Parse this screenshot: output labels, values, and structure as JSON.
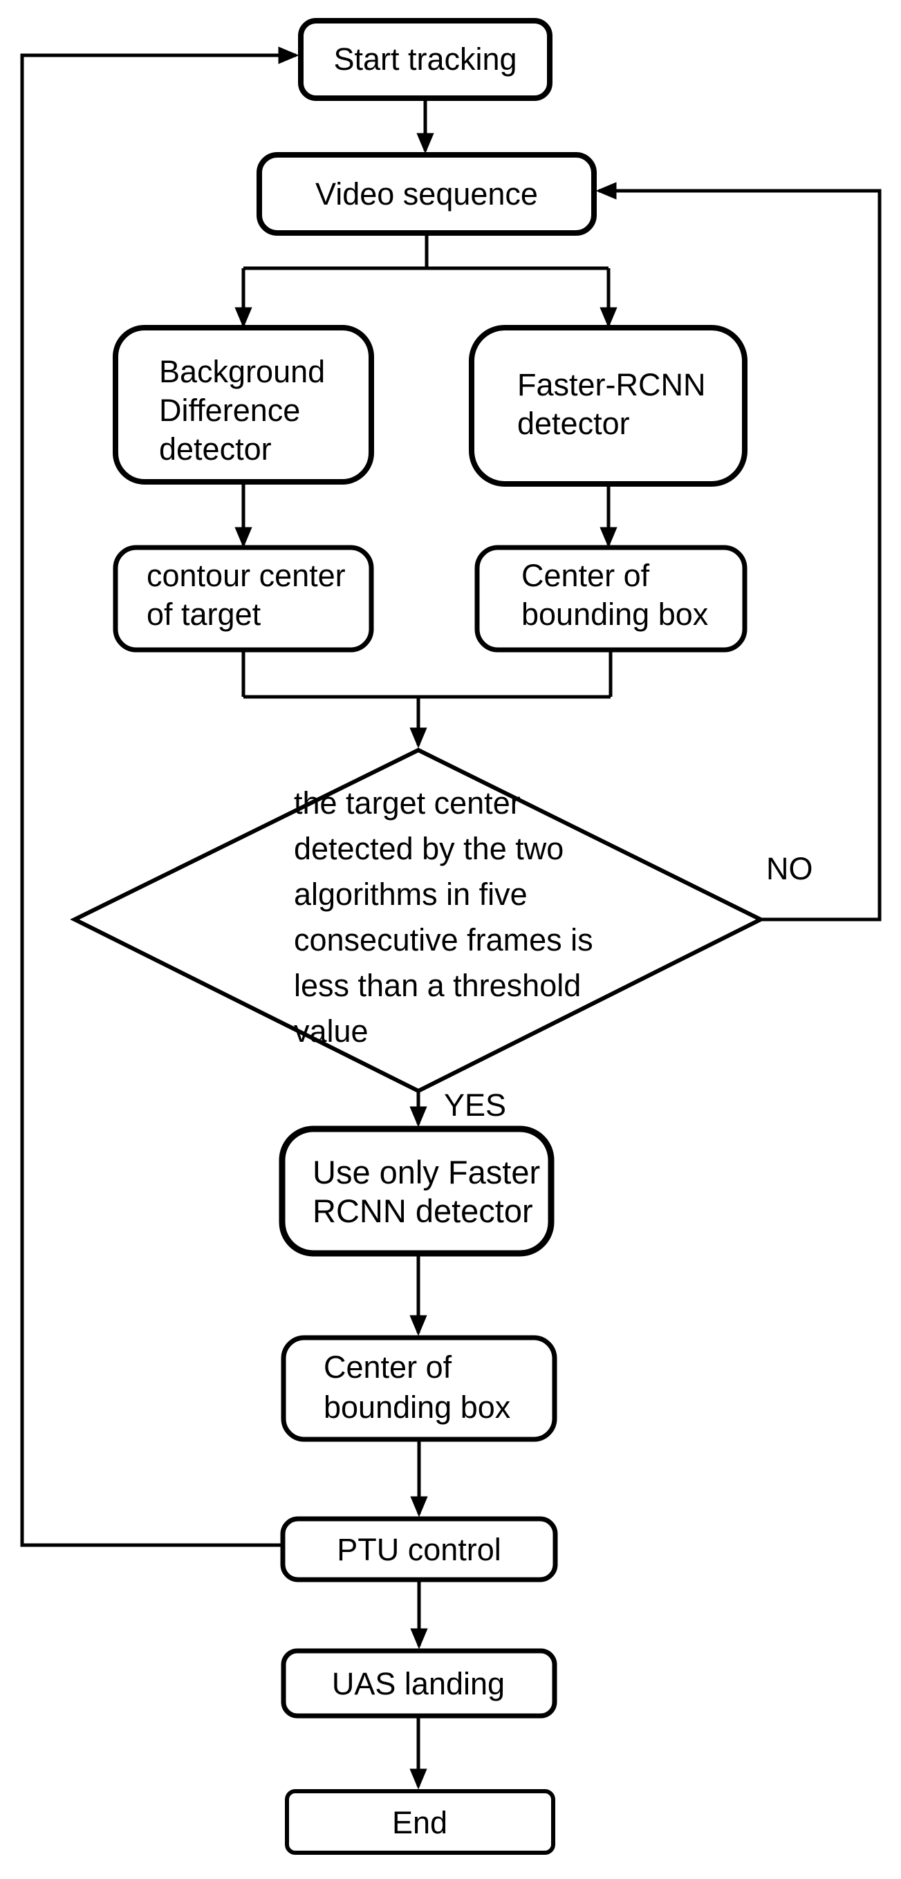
{
  "nodes": {
    "start": {
      "label": "Start tracking"
    },
    "video": {
      "label": "Video sequence"
    },
    "bg_detector": {
      "lines": [
        "Background",
        "Difference",
        "detector"
      ]
    },
    "frcnn_detector": {
      "lines": [
        "Faster-RCNN",
        "detector"
      ]
    },
    "contour_center": {
      "lines": [
        "contour center",
        "of target"
      ]
    },
    "center_bbox_1": {
      "lines": [
        "Center of",
        "bounding box"
      ]
    },
    "decision": {
      "lines": [
        "the target center",
        "detected by the two",
        "algorithms in five",
        "consecutive frames is",
        "less than a threshold",
        "value"
      ]
    },
    "use_only_frcnn": {
      "lines": [
        "Use only Faster",
        "RCNN detector"
      ]
    },
    "center_bbox_2": {
      "lines": [
        "Center of",
        "bounding box"
      ]
    },
    "ptu": {
      "label": "PTU control"
    },
    "uas": {
      "label": "UAS landing"
    },
    "end": {
      "label": "End"
    }
  },
  "edge_labels": {
    "yes": "YES",
    "no": "NO"
  },
  "colors": {
    "stroke": "#000000",
    "background": "#ffffff",
    "text": "#000000"
  }
}
